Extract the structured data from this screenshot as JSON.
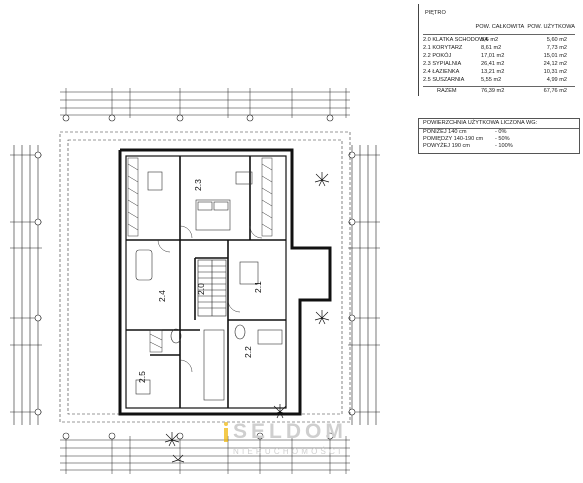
{
  "floor_title": "PIĘTRO",
  "area_table": {
    "header_total": "POW. CAŁKOWITA",
    "header_usable": "POW. UŻYTKOWA",
    "rows": [
      {
        "name": "2.0  KLATKA SCHODOWA",
        "total": "5,6 m2",
        "usable": "5,60 m2"
      },
      {
        "name": "2.1  KORYTARZ",
        "total": "8,61 m2",
        "usable": "7,73 m2"
      },
      {
        "name": "2.2  POKÓJ",
        "total": "17,01 m2",
        "usable": "15,01 m2"
      },
      {
        "name": "2.3  SYPIALNIA",
        "total": "26,41 m2",
        "usable": "24,12 m2"
      },
      {
        "name": "2.4  ŁAZIENKA",
        "total": "13,21 m2",
        "usable": "10,31 m2"
      },
      {
        "name": "2.5  SUSZARNIA",
        "total": "5,55 m2",
        "usable": "4,99 m2"
      }
    ],
    "sum_label": "RAZEM",
    "sum_total": "76,39 m2",
    "sum_usable": "67,76 m2"
  },
  "usage_rules": {
    "header": "POWIERZCHNIA UŻYTKOWA LICZONA WG:",
    "rows": [
      {
        "label": "PONIŻEJ   140 cm",
        "value": "- 0%"
      },
      {
        "label": "POMIĘDZY 140-190 cm",
        "value": "- 50%"
      },
      {
        "label": "POWYŻEJ   190 cm",
        "value": "- 100%"
      }
    ]
  },
  "rooms": {
    "r20": "2.0",
    "r21": "2.1",
    "r22": "2.2",
    "r23": "2.3",
    "r24": "2.4",
    "r25": "2.5"
  },
  "watermark": {
    "brand": "SELDOM",
    "sub": "NIERUCHOMOŚCI"
  },
  "colors": {
    "lines": "#1a1a1a",
    "watermark": "#cfcfcf"
  }
}
